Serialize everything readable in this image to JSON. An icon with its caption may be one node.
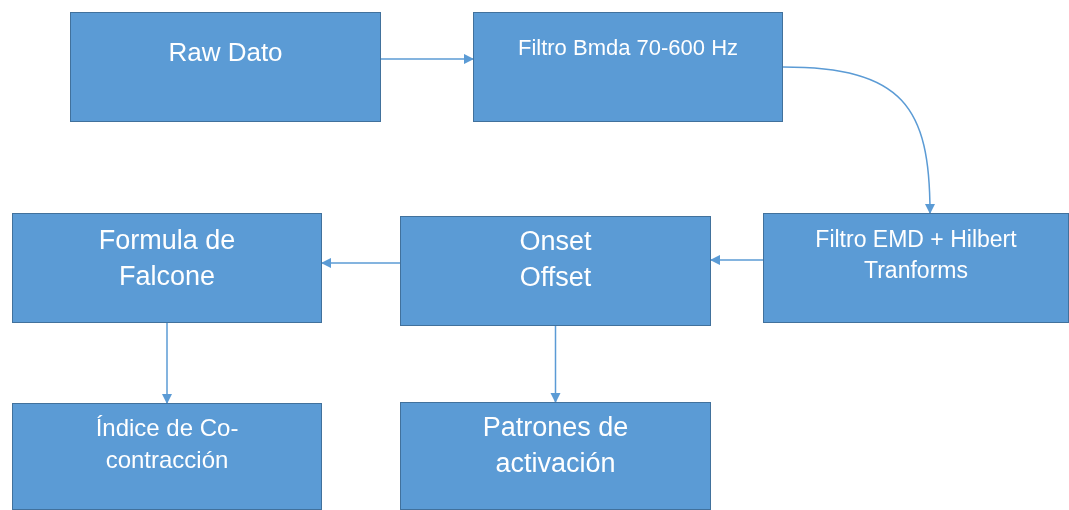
{
  "diagram": {
    "nodes": [
      {
        "text": [
          "Raw Dato"
        ]
      },
      {
        "text": [
          "Filtro Bmda 70-600 Hz"
        ]
      },
      {
        "text": [
          "Filtro EMD + Hilbert Tranforms"
        ]
      },
      {
        "text": [
          "Onset Offset"
        ]
      },
      {
        "text": [
          "Formula de Falcone"
        ]
      },
      {
        "text": [
          "Índice de Co-contracción"
        ]
      },
      {
        "text": [
          "Patrones de activación"
        ]
      }
    ],
    "edges": [
      {
        "from": 0,
        "to": 1,
        "arrow": "to"
      },
      {
        "from": 1,
        "to": 2,
        "arrow": "to"
      },
      {
        "from": 2,
        "to": 3,
        "arrow": "to"
      },
      {
        "from": 3,
        "to": 4,
        "arrow": "to"
      },
      {
        "from": 4,
        "to": 5,
        "arrow": "to"
      },
      {
        "from": 3,
        "to": 6,
        "arrow": "to"
      }
    ]
  }
}
